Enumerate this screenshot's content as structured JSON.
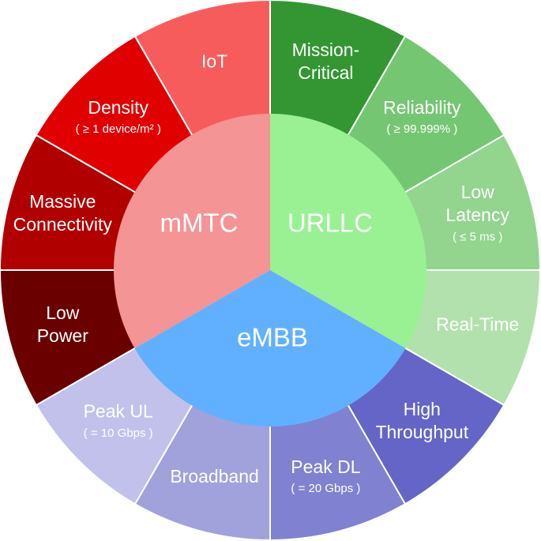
{
  "core": [
    {
      "id": "mmtc",
      "label": "mMTC",
      "color": "#f49494"
    },
    {
      "id": "urllc",
      "label": "URLLC",
      "color": "#99f194"
    },
    {
      "id": "embb",
      "label": "eMBB",
      "color": "#61b0ff"
    }
  ],
  "segments": [
    {
      "id": "mission-critical",
      "group": "urllc",
      "lines": [
        "Mission-",
        "Critical"
      ],
      "sub": "",
      "color": "#339633"
    },
    {
      "id": "reliability",
      "group": "urllc",
      "lines": [
        "Reliability"
      ],
      "sub": "( ≥ 99.999% )",
      "color": "#75c672"
    },
    {
      "id": "low-latency",
      "group": "urllc",
      "lines": [
        "Low",
        "Latency"
      ],
      "sub": "( ≤ 5 ms )",
      "color": "#93d48f"
    },
    {
      "id": "real-time",
      "group": "urllc",
      "lines": [
        "Real-Time"
      ],
      "sub": "",
      "color": "#b3e1ad"
    },
    {
      "id": "high-throughput",
      "group": "embb",
      "lines": [
        "High",
        "Throughput"
      ],
      "sub": "",
      "color": "#6565c7"
    },
    {
      "id": "peak-dl",
      "group": "embb",
      "lines": [
        "Peak DL"
      ],
      "sub": "( = 20 Gbps )",
      "color": "#8181d2"
    },
    {
      "id": "broadband",
      "group": "embb",
      "lines": [
        "Broadband"
      ],
      "sub": "",
      "color": "#a1a1dc"
    },
    {
      "id": "peak-ul",
      "group": "embb",
      "lines": [
        "Peak UL"
      ],
      "sub": "( = 10 Gbps )",
      "color": "#c1c1ec"
    },
    {
      "id": "low-power",
      "group": "mmtc",
      "lines": [
        "Low",
        "Power"
      ],
      "sub": "",
      "color": "#6b0000"
    },
    {
      "id": "massive-connectivity",
      "group": "mmtc",
      "lines": [
        "Massive",
        "Connectivity"
      ],
      "sub": "",
      "color": "#b00000"
    },
    {
      "id": "density",
      "group": "mmtc",
      "lines": [
        "Density"
      ],
      "sub": "( ≥ 1 device/m² )",
      "color": "#e00000"
    },
    {
      "id": "iot",
      "group": "mmtc",
      "lines": [
        "IoT"
      ],
      "sub": "",
      "color": "#f75c5c"
    }
  ]
}
